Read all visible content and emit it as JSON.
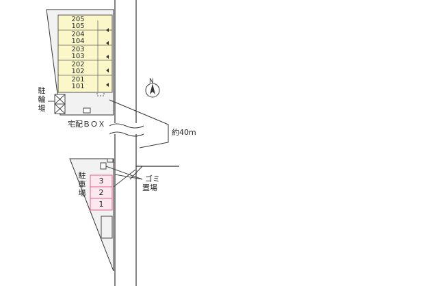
{
  "building": {
    "rooms": [
      {
        "upper": "205",
        "lower": "105"
      },
      {
        "upper": "204",
        "lower": "104"
      },
      {
        "upper": "203",
        "lower": "103"
      },
      {
        "upper": "202",
        "lower": "102"
      },
      {
        "upper": "201",
        "lower": "101"
      }
    ]
  },
  "labels": {
    "bicycle_parking": [
      "駐",
      "輪",
      "場"
    ],
    "delivery_box": "宅配ＢＯＸ",
    "distance": "約40m",
    "parking": [
      "駐",
      "車",
      "場"
    ],
    "garbage": [
      "ゴミ",
      "置場"
    ]
  },
  "parking_slots": [
    "3",
    "2",
    "1"
  ],
  "compass": {
    "label": "N"
  },
  "colors": {
    "building_fill": "#fbf7c8",
    "parking_slot": "#e8608a",
    "lot_fill": "#f2f2f2",
    "line": "#333333"
  }
}
